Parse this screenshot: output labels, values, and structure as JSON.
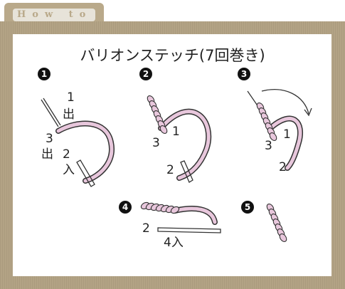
{
  "tab": {
    "label": "How to"
  },
  "title": "バリオンステッチ(7回巻き)",
  "steps": [
    {
      "num": "1",
      "labels": [
        "1",
        "出",
        "3",
        "出",
        "2",
        "入"
      ]
    },
    {
      "num": "2",
      "labels": [
        "1",
        "3",
        "2"
      ]
    },
    {
      "num": "3",
      "labels": [
        "1",
        "3",
        "2"
      ]
    },
    {
      "num": "4",
      "labels": [
        "2",
        "4入"
      ]
    },
    {
      "num": "5",
      "labels": []
    }
  ],
  "colors": {
    "thread": "#e8c7dc",
    "board": "#b3a385",
    "tab": "#b9a98a"
  }
}
